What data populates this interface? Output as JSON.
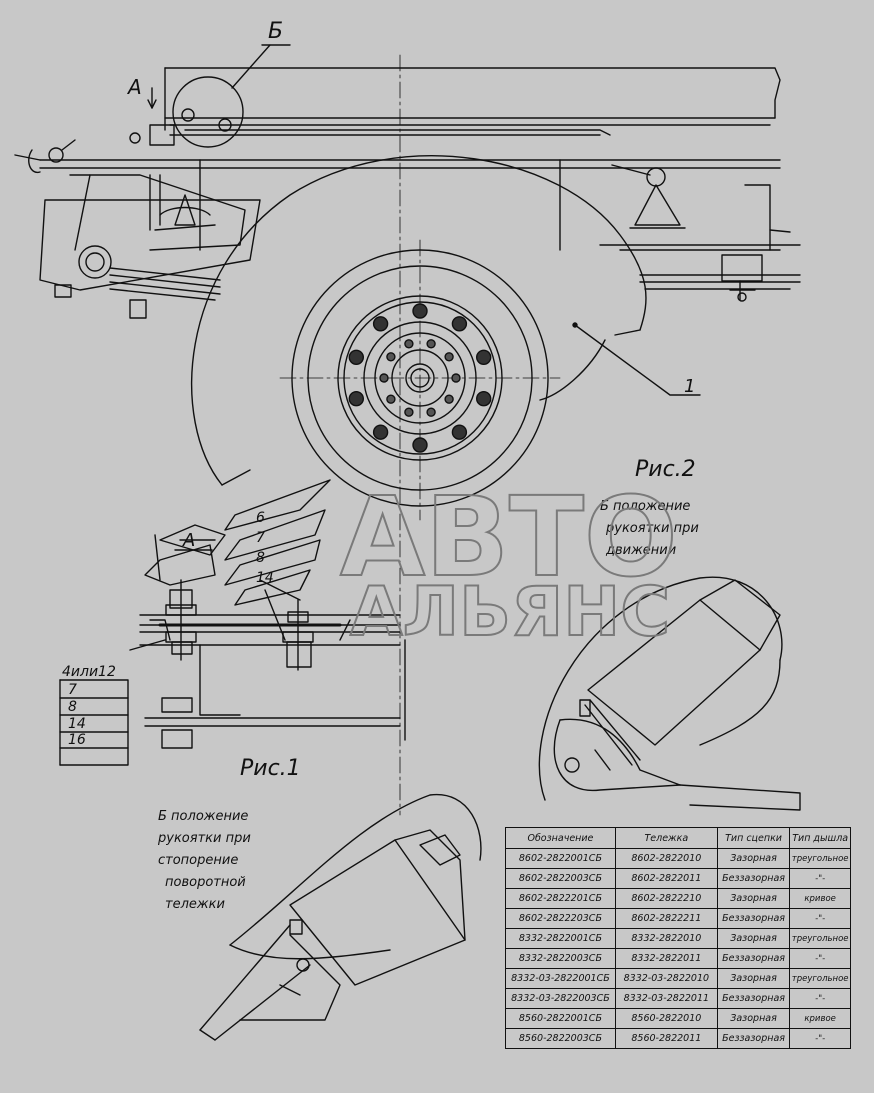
{
  "labels": {
    "view_b_top": "Б",
    "view_a_top": "А",
    "part_1": "1",
    "fig1": "Рис.1",
    "fig2": "Рис.2",
    "detail_a": "А",
    "stack": [
      "6",
      "7",
      "8",
      "14"
    ],
    "parts_list": [
      "4или12",
      "7",
      "8",
      "14",
      "16"
    ],
    "fig2_caption": [
      "Б положение",
      "рукоятки при",
      "движении"
    ],
    "lower_caption": [
      "Б положение",
      "рукоятки при",
      "стопорение",
      "поворотной",
      "тележки"
    ]
  },
  "watermark": {
    "line1": "АВТО",
    "line2": "АЛЬЯНС"
  },
  "table": {
    "headers": [
      "Обозначение",
      "Тележка",
      "Тип сцепки",
      "Тип дышла"
    ],
    "rows": [
      [
        "8602-2822001СБ",
        "8602-2822010",
        "Зазорная",
        "треугольное"
      ],
      [
        "8602-2822003СБ",
        "8602-2822011",
        "Беззазорная",
        "-\"-"
      ],
      [
        "8602-2822201СБ",
        "8602-2822210",
        "Зазорная",
        "кривое"
      ],
      [
        "8602-2822203СБ",
        "8602-2822211",
        "Беззазорная",
        "-\"-"
      ],
      [
        "8332-2822001СБ",
        "8332-2822010",
        "Зазорная",
        "треугольное"
      ],
      [
        "8332-2822003СБ",
        "8332-2822011",
        "Беззазорная",
        "-\"-"
      ],
      [
        "8332-03-2822001СБ",
        "8332-03-2822010",
        "Зазорная",
        "треугольное"
      ],
      [
        "8332-03-2822003СБ",
        "8332-03-2822011",
        "Беззазорная",
        "-\"-"
      ],
      [
        "8560-2822001СБ",
        "8560-2822010",
        "Зазорная",
        "кривое"
      ],
      [
        "8560-2822003СБ",
        "8560-2822011",
        "Беззазорная",
        "-\"-"
      ]
    ]
  }
}
